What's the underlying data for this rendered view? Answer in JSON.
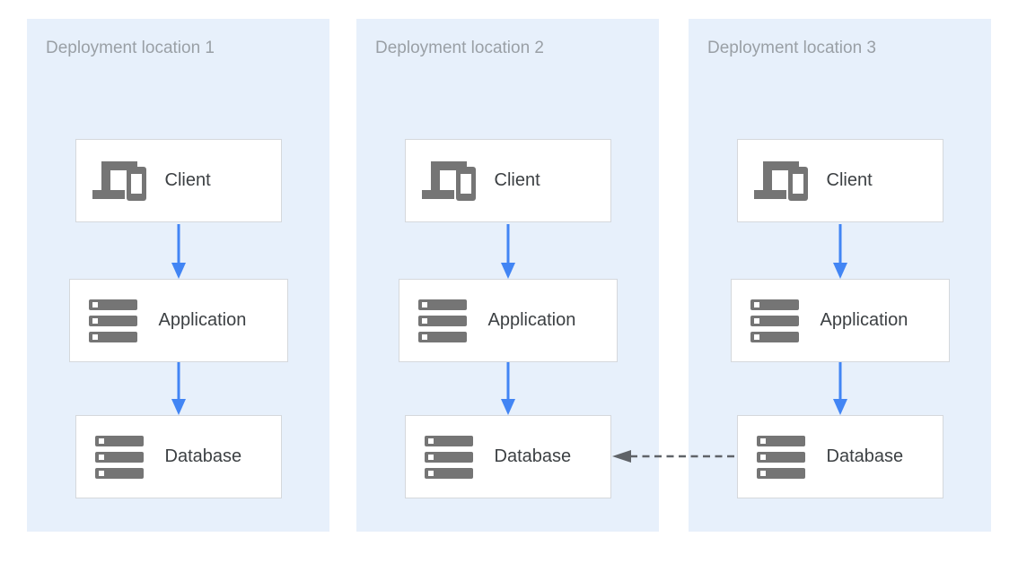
{
  "diagram": {
    "type": "architecture-diagram",
    "locations": [
      {
        "title": "Deployment location 1",
        "nodes": [
          {
            "label": "Client",
            "icon": "devices-icon"
          },
          {
            "label": "Application",
            "icon": "server-stack-icon"
          },
          {
            "label": "Database",
            "icon": "server-stack-icon"
          }
        ]
      },
      {
        "title": "Deployment location 2",
        "nodes": [
          {
            "label": "Client",
            "icon": "devices-icon"
          },
          {
            "label": "Application",
            "icon": "server-stack-icon"
          },
          {
            "label": "Database",
            "icon": "server-stack-icon"
          }
        ]
      },
      {
        "title": "Deployment location 3",
        "nodes": [
          {
            "label": "Client",
            "icon": "devices-icon"
          },
          {
            "label": "Application",
            "icon": "server-stack-icon"
          },
          {
            "label": "Database",
            "icon": "server-stack-icon"
          }
        ]
      }
    ],
    "connections": [
      {
        "from": "Client",
        "to": "Application",
        "scope": "every location",
        "style": "solid",
        "direction": "down",
        "color_ref": "arrow_blue"
      },
      {
        "from": "Application",
        "to": "Database",
        "scope": "every location",
        "style": "solid",
        "direction": "down",
        "color_ref": "arrow_blue"
      },
      {
        "from": "Database (Deployment location 3)",
        "to": "Database (Deployment location 2)",
        "style": "dashed",
        "direction": "left",
        "color_ref": "link_gray"
      }
    ],
    "colors": {
      "panel_bg": "#E7F0FB",
      "box_bg": "#FFFFFF",
      "box_border": "#D5D8DC",
      "icon_gray": "#757575",
      "title_text": "#9AA0A6",
      "label_text": "#3C4043",
      "arrow_blue": "#4285F4",
      "link_gray": "#5F6368"
    }
  }
}
